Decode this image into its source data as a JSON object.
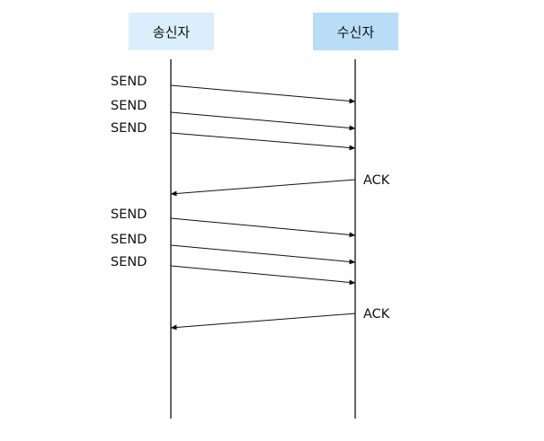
{
  "participants": {
    "sender": {
      "label": "송신자",
      "color": "#dbeefb"
    },
    "receiver": {
      "label": "수신자",
      "color": "#b9ddf7"
    }
  },
  "messages": [
    {
      "label": "SEND",
      "from": "sender",
      "to": "receiver"
    },
    {
      "label": "SEND",
      "from": "sender",
      "to": "receiver"
    },
    {
      "label": "SEND",
      "from": "sender",
      "to": "receiver"
    },
    {
      "label": "ACK",
      "from": "receiver",
      "to": "sender"
    },
    {
      "label": "SEND",
      "from": "sender",
      "to": "receiver"
    },
    {
      "label": "SEND",
      "from": "sender",
      "to": "receiver"
    },
    {
      "label": "SEND",
      "from": "sender",
      "to": "receiver"
    },
    {
      "label": "ACK",
      "from": "receiver",
      "to": "sender"
    }
  ],
  "colors": {
    "line": "#111111"
  }
}
